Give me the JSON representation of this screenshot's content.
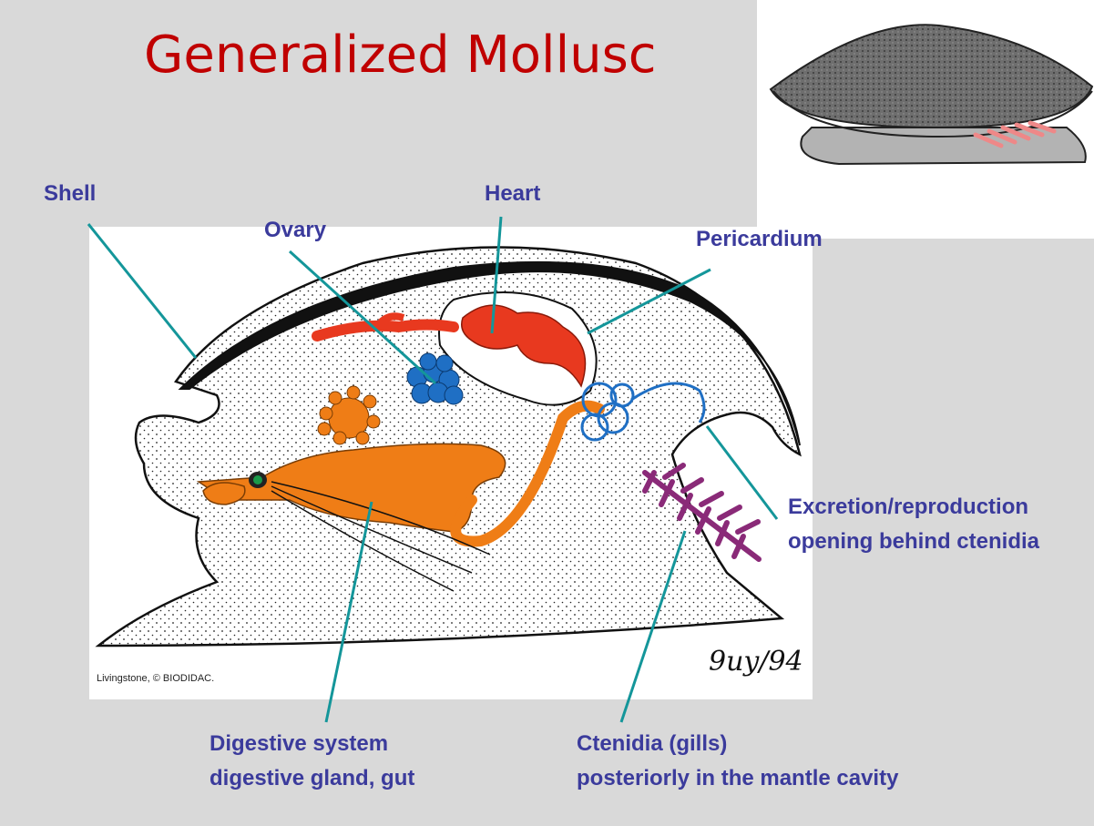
{
  "title": "Generalized Mollusc",
  "credit": "Livingstone, © BIODIDAC.",
  "signature": "9uy/94",
  "labels": {
    "shell": "Shell",
    "heart": "Heart",
    "ovary": "Ovary",
    "pericardium": "Pericardium",
    "excretion_line1": "Excretion/reproduction",
    "excretion_line2": "opening behind ctenidia",
    "digestive_line1": "Digestive system",
    "digestive_line2": "digestive gland, gut",
    "ctenidia_line1": "Ctenidia (gills)",
    "ctenidia_line2": "posteriorly in the mantle cavity"
  },
  "colors": {
    "title": "#c00000",
    "label": "#3b3b9c",
    "leader": "#14969a",
    "heart": "#e8391f",
    "ovary": "#1f6fc4",
    "digestive": "#ef7d16",
    "ctenidia": "#8a2a78",
    "slide_bg": "#d9d9d9"
  }
}
